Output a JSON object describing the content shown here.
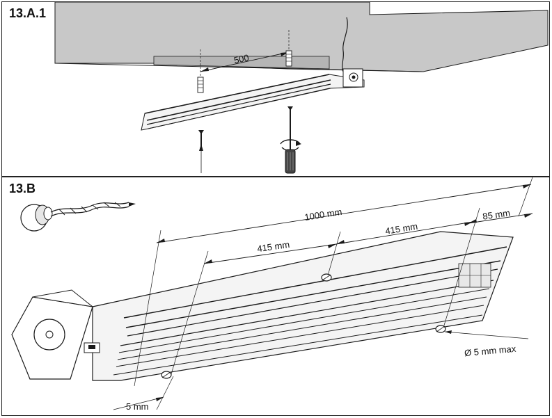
{
  "panel_a": {
    "label": "13.A.1",
    "spacing_dimension": "500"
  },
  "panel_b": {
    "label": "13.B",
    "dim_total": "1000 mm",
    "dim_left_spacing": "415 mm",
    "dim_right_spacing": "415 mm",
    "dim_end_offset_right": "85 mm",
    "dim_end_offset_left": "5 mm",
    "hole_diameter": "Ø 5 mm max"
  },
  "colors": {
    "ceiling_fill": "#c8c8c8",
    "line": "#1a1a1a",
    "profile_fill": "#f4f4f4"
  }
}
